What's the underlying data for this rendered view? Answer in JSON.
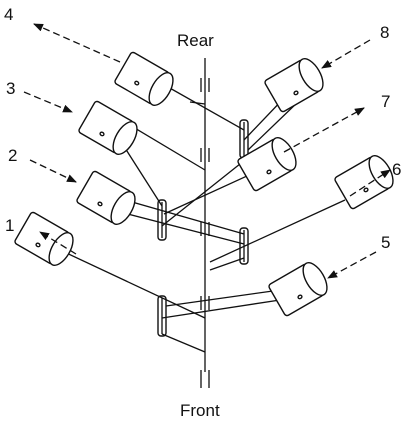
{
  "diagram": {
    "top_label": "Rear",
    "bottom_label": "Front",
    "cylinders": [
      {
        "number": "1",
        "side": "left",
        "flow": "exhaust"
      },
      {
        "number": "2",
        "side": "left",
        "flow": "intake"
      },
      {
        "number": "3",
        "side": "left",
        "flow": "intake"
      },
      {
        "number": "4",
        "side": "left",
        "flow": "exhaust"
      },
      {
        "number": "5",
        "side": "right",
        "flow": "intake"
      },
      {
        "number": "6",
        "side": "right",
        "flow": "exhaust"
      },
      {
        "number": "7",
        "side": "right",
        "flow": "exhaust"
      },
      {
        "number": "8",
        "side": "right",
        "flow": "intake"
      }
    ]
  }
}
